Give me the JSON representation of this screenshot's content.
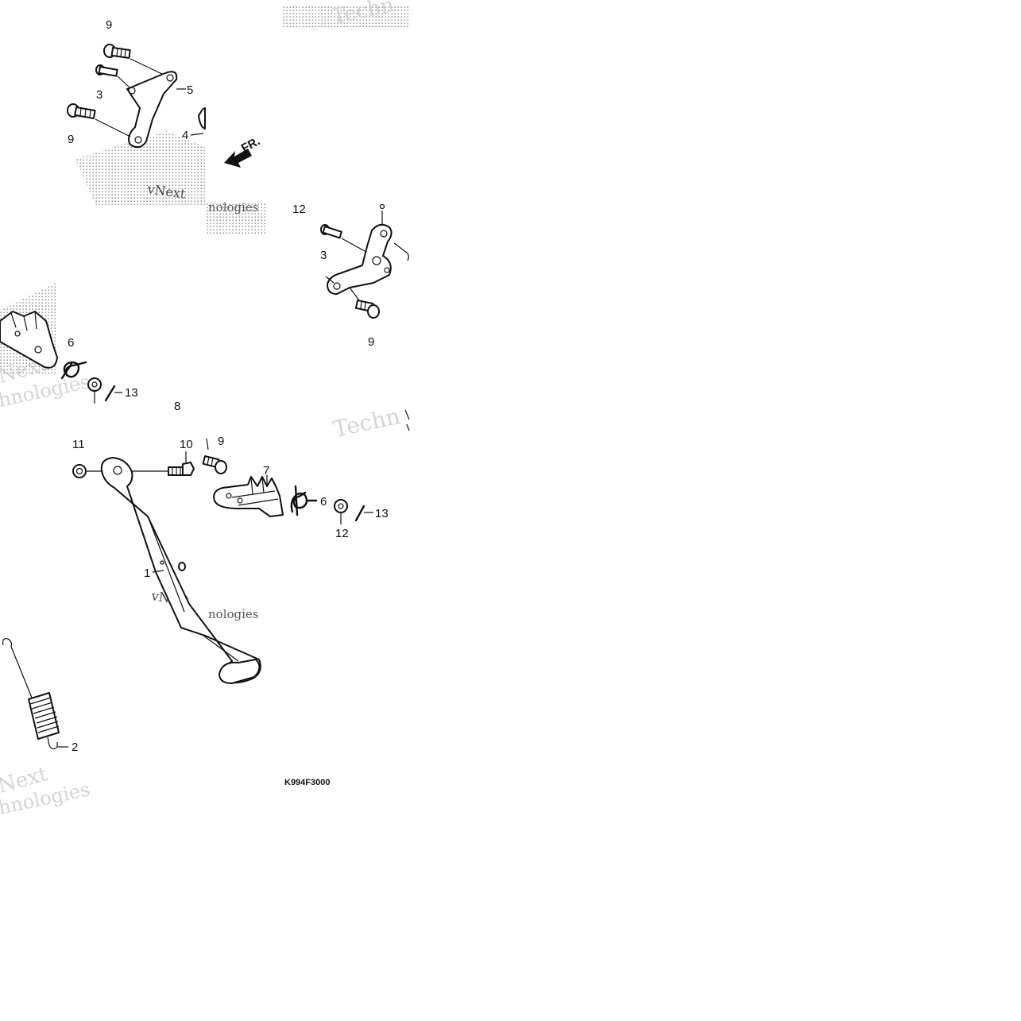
{
  "diagram": {
    "part_code": "K994F3000",
    "direction_arrow": "FR.",
    "watermarks": {
      "brand": "vNext",
      "brand_alt": "Next",
      "technologies": "Technologies",
      "tech_short": "Techn",
      "hnologies": "hnologies",
      "nologies": "nologies"
    },
    "callouts": [
      {
        "id": "c-9a",
        "label": "9"
      },
      {
        "id": "c-3a",
        "label": "3"
      },
      {
        "id": "c-5",
        "label": "5"
      },
      {
        "id": "c-9b",
        "label": "9"
      },
      {
        "id": "c-4",
        "label": "4"
      },
      {
        "id": "c-12a",
        "label": "12"
      },
      {
        "id": "c-3b",
        "label": "3"
      },
      {
        "id": "c-9c",
        "label": "9"
      },
      {
        "id": "c-6a",
        "label": "6"
      },
      {
        "id": "c-13a",
        "label": "13"
      },
      {
        "id": "c-8",
        "label": "8"
      },
      {
        "id": "c-11",
        "label": "11"
      },
      {
        "id": "c-10",
        "label": "10"
      },
      {
        "id": "c-9d",
        "label": "9"
      },
      {
        "id": "c-7",
        "label": "7"
      },
      {
        "id": "c-6b",
        "label": "6"
      },
      {
        "id": "c-13b",
        "label": "13"
      },
      {
        "id": "c-12b",
        "label": "12"
      },
      {
        "id": "c-1",
        "label": "1"
      },
      {
        "id": "c-2",
        "label": "2"
      }
    ]
  }
}
